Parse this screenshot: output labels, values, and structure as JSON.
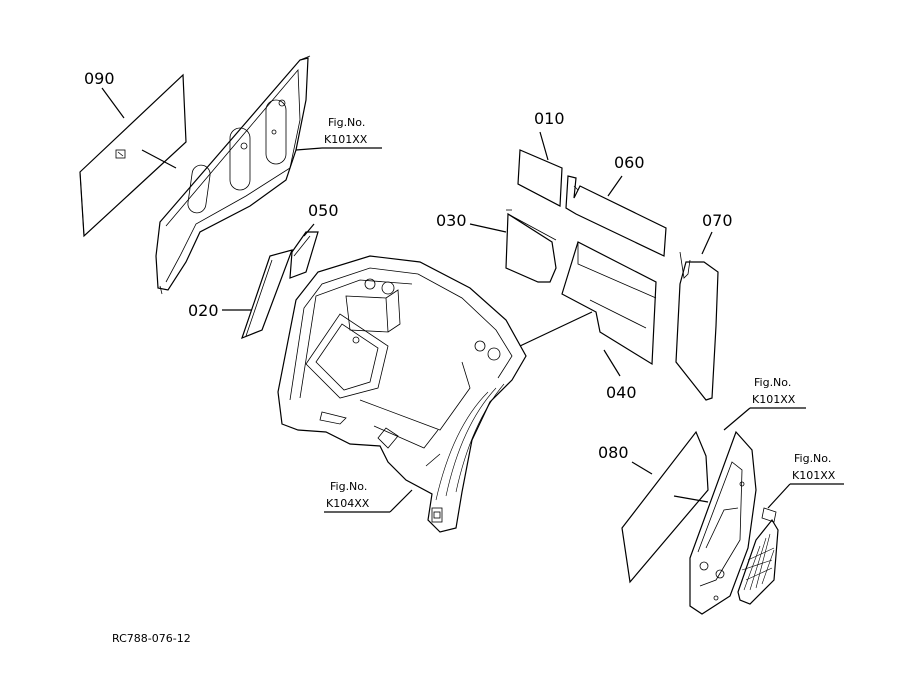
{
  "parts": [
    {
      "id": "p090",
      "label": "090"
    },
    {
      "id": "p010",
      "label": "010"
    },
    {
      "id": "p060",
      "label": "060"
    },
    {
      "id": "p050",
      "label": "050"
    },
    {
      "id": "p030",
      "label": "030"
    },
    {
      "id": "p070",
      "label": "070"
    },
    {
      "id": "p020",
      "label": "020"
    },
    {
      "id": "p040",
      "label": "040"
    },
    {
      "id": "p080",
      "label": "080"
    }
  ],
  "figure_refs": [
    {
      "id": "ref1",
      "caption": "Fig.No.",
      "code": "K101XX"
    },
    {
      "id": "ref2",
      "caption": "Fig.No.",
      "code": "K104XX"
    },
    {
      "id": "ref3",
      "caption": "Fig.No.",
      "code": "K101XX"
    },
    {
      "id": "ref4",
      "caption": "Fig.No.",
      "code": "K101XX"
    }
  ],
  "drawing_code": "RC788-076-12"
}
